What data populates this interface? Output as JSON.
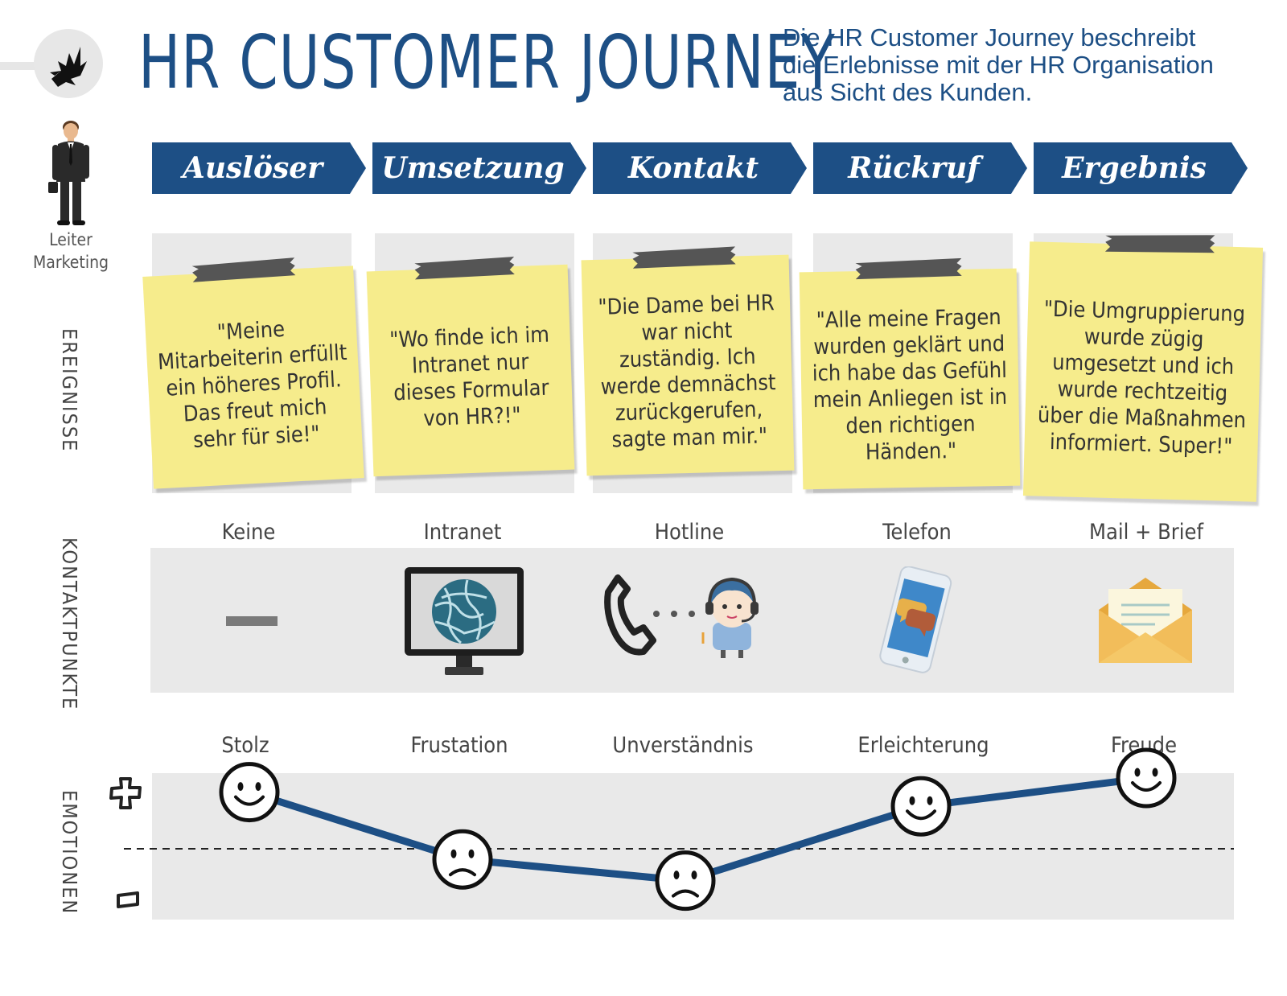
{
  "header": {
    "title": "HR CUSTOMER JOURNEY",
    "intro_lines": [
      "Die HR Customer Journey beschreibt",
      "die Erlebnisse mit der HR Organisation",
      "aus Sicht des Kunden."
    ]
  },
  "persona": {
    "label_line1": "Leiter",
    "label_line2": "Marketing"
  },
  "row_labels": {
    "events": "EREIGNISSE",
    "contacts": "KONTAKTPUNKTE",
    "emotions": "EMOTIONEN"
  },
  "colors": {
    "brand_blue": "#1d4f85",
    "note_yellow": "#f6ec8c",
    "panel_gray": "#e9e9e9"
  },
  "stages": [
    {
      "name": "Auslöser",
      "quote": "\"Meine Mitarbeiterin erfüllt ein höheres Profil. Das freut mich sehr für sie!\"",
      "channel": "Keine",
      "channel_icon": "dash-icon",
      "emotion": "Stolz"
    },
    {
      "name": "Umsetzung",
      "quote": "\"Wo finde ich im Intranet nur dieses Formular von HR?!\"",
      "channel": "Intranet",
      "channel_icon": "monitor-globe-icon",
      "emotion": "Frustation"
    },
    {
      "name": "Kontakt",
      "quote": "\"Die Dame bei HR war nicht zuständig. Ich werde demnächst zurückgerufen, sagte man mir.\"",
      "channel": "Hotline",
      "channel_icon": "phone-headset-agent-icon",
      "emotion": "Unverständnis"
    },
    {
      "name": "Rückruf",
      "quote": "\"Alle meine Fragen wurden geklärt und ich habe das Gefühl mein Anliegen ist in den richtigen Händen.\"",
      "channel": "Telefon",
      "channel_icon": "smartphone-chat-icon",
      "emotion": "Erleichterung"
    },
    {
      "name": "Ergebnis",
      "quote": "\"Die Umgruppierung wurde zügig umgesetzt und ich wurde rechtzeitig über die Maßnahmen informiert. Super!\"",
      "channel": "Mail + Brief",
      "channel_icon": "envelope-letter-icon",
      "emotion": "Freude"
    }
  ],
  "chart_data": {
    "type": "line",
    "categories": [
      "Auslöser",
      "Umsetzung",
      "Kontakt",
      "Rückruf",
      "Ergebnis"
    ],
    "series": [
      {
        "values": [
          0.8,
          -0.15,
          -0.45,
          0.6,
          1.0
        ]
      }
    ],
    "face_moods": [
      "happy",
      "sad",
      "sad",
      "happy",
      "happy"
    ],
    "ylim": [
      -1.2,
      1.2
    ],
    "baseline": 0,
    "y_markers": {
      "top": "+",
      "bottom": "-"
    }
  }
}
